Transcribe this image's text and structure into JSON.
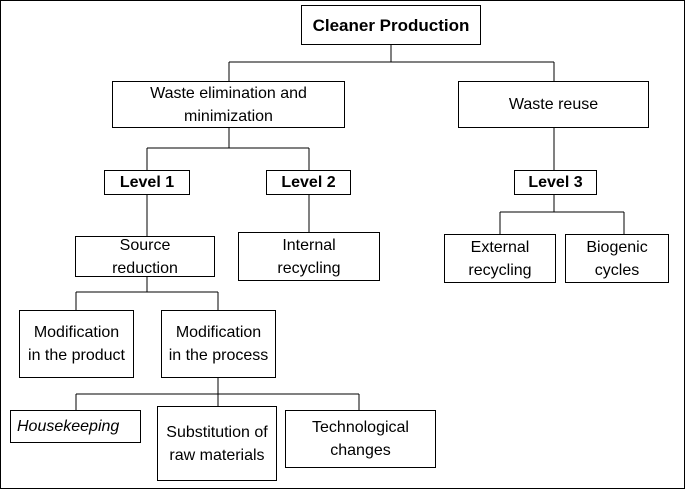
{
  "diagram": {
    "nodes": {
      "root": "Cleaner Production",
      "waste_elimination": "Waste elimination  and minimization",
      "waste_reuse": "Waste reuse",
      "level1": "Level 1",
      "level2": "Level 2",
      "level3": "Level 3",
      "source_reduction": "Source reduction",
      "internal_recycling": "Internal recycling",
      "external_recycling": "External recycling",
      "biogenic_cycles": "Biogenic cycles",
      "modification_product": "Modification in the product",
      "modification_process": "Modification in the process",
      "housekeeping": "Housekeeping",
      "substitution_raw": "Substitution of raw materials",
      "technological_changes": "Technological changes"
    }
  }
}
